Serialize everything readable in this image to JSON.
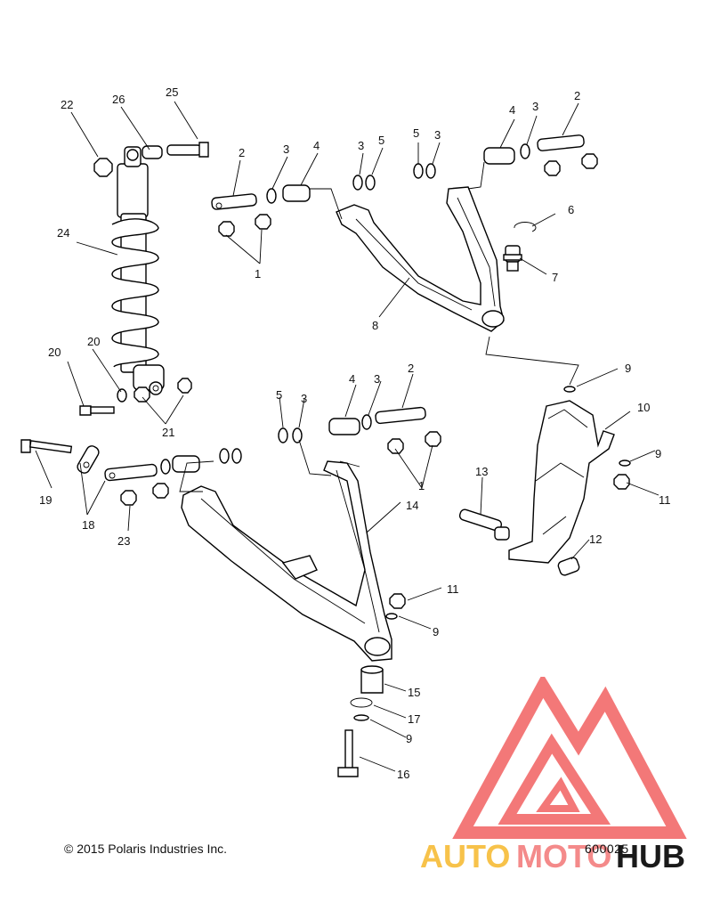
{
  "callouts": [
    {
      "id": "c1a",
      "text": "1"
    },
    {
      "id": "c1b",
      "text": "1"
    },
    {
      "id": "c2a",
      "text": "2"
    },
    {
      "id": "c2b",
      "text": "2"
    },
    {
      "id": "c2c",
      "text": "2"
    },
    {
      "id": "c3a",
      "text": "3"
    },
    {
      "id": "c3b",
      "text": "3"
    },
    {
      "id": "c3c",
      "text": "3"
    },
    {
      "id": "c3d",
      "text": "3"
    },
    {
      "id": "c3e",
      "text": "3"
    },
    {
      "id": "c3f",
      "text": "3"
    },
    {
      "id": "c4a",
      "text": "4"
    },
    {
      "id": "c4b",
      "text": "4"
    },
    {
      "id": "c4c",
      "text": "4"
    },
    {
      "id": "c5a",
      "text": "5"
    },
    {
      "id": "c5b",
      "text": "5"
    },
    {
      "id": "c5c",
      "text": "5"
    },
    {
      "id": "c6",
      "text": "6"
    },
    {
      "id": "c7",
      "text": "7"
    },
    {
      "id": "c8",
      "text": "8"
    },
    {
      "id": "c9a",
      "text": "9"
    },
    {
      "id": "c9b",
      "text": "9"
    },
    {
      "id": "c9c",
      "text": "9"
    },
    {
      "id": "c9d",
      "text": "9"
    },
    {
      "id": "c10",
      "text": "10"
    },
    {
      "id": "c11a",
      "text": "11"
    },
    {
      "id": "c11b",
      "text": "11"
    },
    {
      "id": "c12",
      "text": "12"
    },
    {
      "id": "c13",
      "text": "13"
    },
    {
      "id": "c14",
      "text": "14"
    },
    {
      "id": "c15",
      "text": "15"
    },
    {
      "id": "c16",
      "text": "16"
    },
    {
      "id": "c17",
      "text": "17"
    },
    {
      "id": "c18",
      "text": "18"
    },
    {
      "id": "c19",
      "text": "19"
    },
    {
      "id": "c20a",
      "text": "20"
    },
    {
      "id": "c20b",
      "text": "20"
    },
    {
      "id": "c21",
      "text": "21"
    },
    {
      "id": "c22",
      "text": "22"
    },
    {
      "id": "c23",
      "text": "23"
    },
    {
      "id": "c24",
      "text": "24"
    },
    {
      "id": "c25",
      "text": "25"
    },
    {
      "id": "c26",
      "text": "26"
    }
  ],
  "footer": {
    "copyright": "© 2015 Polaris Industries Inc.",
    "diagram_number": "600025"
  },
  "watermark": {
    "text_auto": "AUTO",
    "text_moto": "MOTO",
    "text_hub": "HUB",
    "color_auto": "#f7c24a",
    "color_moto": "#f48a8a",
    "color_hub": "#1a1a1a",
    "logo_color": "#ef4b4b"
  }
}
